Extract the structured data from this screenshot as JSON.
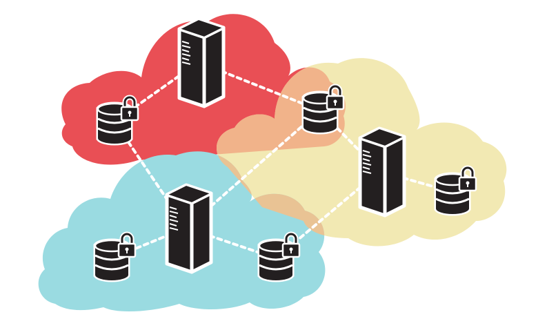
{
  "colors": {
    "background": "#ffffff",
    "cloud_red": "#e94f55",
    "cloud_yellow": "#f2e9b3",
    "cloud_blue": "#9adbe1",
    "overlap_red_yellow": "#f1b38a",
    "overlap_blue_yellow": "#e9c394",
    "icon_fill": "#231f20",
    "icon_outline": "#ffffff",
    "link_line": "#ffffff"
  },
  "icons": {
    "server": "server-tower-icon",
    "database": "locked-database-icon",
    "lock": "padlock-icon"
  },
  "clouds": [
    {
      "id": "red",
      "color_key": "cloud_red"
    },
    {
      "id": "yellow",
      "color_key": "cloud_yellow"
    },
    {
      "id": "blue",
      "color_key": "cloud_blue"
    }
  ],
  "servers": [
    {
      "id": "server-red",
      "cloud": "red"
    },
    {
      "id": "server-yellow",
      "cloud": "yellow"
    },
    {
      "id": "server-blue",
      "cloud": "blue"
    }
  ],
  "databases": [
    {
      "id": "db-red-left",
      "cloud": "red",
      "locked": true
    },
    {
      "id": "db-red-yellow-overlap",
      "cloud": "yellow",
      "locked": true
    },
    {
      "id": "db-yellow-right",
      "cloud": "yellow",
      "locked": true
    },
    {
      "id": "db-blue-left",
      "cloud": "blue",
      "locked": true
    },
    {
      "id": "db-blue-right",
      "cloud": "blue",
      "locked": true
    }
  ],
  "links": [
    [
      "db-red-left",
      "server-red"
    ],
    [
      "server-red",
      "db-red-yellow-overlap"
    ],
    [
      "db-red-left",
      "server-blue"
    ],
    [
      "db-red-yellow-overlap",
      "server-yellow"
    ],
    [
      "db-red-yellow-overlap",
      "server-blue"
    ],
    [
      "server-yellow",
      "db-yellow-right"
    ],
    [
      "server-yellow",
      "db-blue-right"
    ],
    [
      "server-blue",
      "db-blue-left"
    ],
    [
      "server-blue",
      "db-blue-right"
    ]
  ]
}
